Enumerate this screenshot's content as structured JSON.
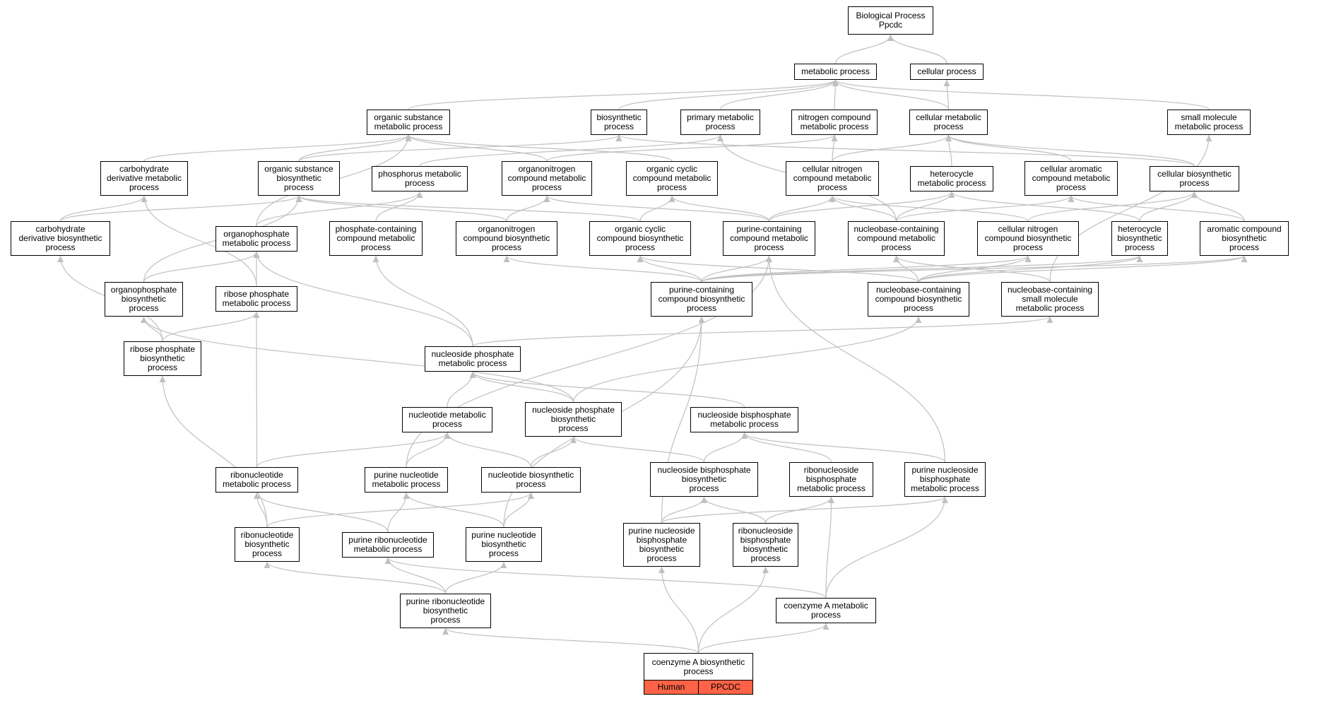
{
  "colors": {
    "edge": "#c0c0c0",
    "node_border": "#000000",
    "tag_fill": "#ff6347"
  },
  "nodes": {
    "bp": "Biological Process\nPpcdc",
    "metabolic": "metabolic process",
    "cellular": "cellular process",
    "org_sub_met": "organic substance\nmetabolic process",
    "biosynthetic": "biosynthetic\nprocess",
    "primary_met": "primary metabolic\nprocess",
    "nitrogen_comp_met": "nitrogen compound\nmetabolic process",
    "cellular_met": "cellular metabolic\nprocess",
    "small_mol_met": "small molecule\nmetabolic process",
    "carb_deriv_met": "carbohydrate\nderivative metabolic\nprocess",
    "org_sub_bio": "organic substance\nbiosynthetic\nprocess",
    "phosphorus_met": "phosphorus metabolic\nprocess",
    "organonitrogen_met": "organonitrogen\ncompound metabolic\nprocess",
    "org_cyclic_met": "organic cyclic\ncompound metabolic\nprocess",
    "cell_nitrogen_met": "cellular nitrogen\ncompound metabolic\nprocess",
    "heterocycle_met": "heterocycle\nmetabolic process",
    "cell_aromatic_met": "cellular aromatic\ncompound metabolic\nprocess",
    "cell_bio": "cellular biosynthetic\nprocess",
    "carb_deriv_bio": "carbohydrate\nderivative biosynthetic\nprocess",
    "organophosphate_met": "organophosphate\nmetabolic process",
    "phosphate_cont_met": "phosphate-containing\ncompound metabolic\nprocess",
    "organonitrogen_bio": "organonitrogen\ncompound biosynthetic\nprocess",
    "org_cyclic_bio": "organic cyclic\ncompound biosynthetic\nprocess",
    "purine_cont_met": "purine-containing\ncompound metabolic\nprocess",
    "nucleobase_cont_met": "nucleobase-containing\ncompound metabolic\nprocess",
    "cell_nitrogen_bio": "cellular nitrogen\ncompound biosynthetic\nprocess",
    "heterocycle_bio": "heterocycle\nbiosynthetic\nprocess",
    "aromatic_bio": "aromatic compound\nbiosynthetic\nprocess",
    "organophosphate_bio": "organophosphate\nbiosynthetic\nprocess",
    "ribose_p_met": "ribose phosphate\nmetabolic process",
    "purine_cont_bio": "purine-containing\ncompound biosynthetic\nprocess",
    "nucleobase_cont_bio": "nucleobase-containing\ncompound biosynthetic\nprocess",
    "nucleobase_small_mol": "nucleobase-containing\nsmall molecule\nmetabolic process",
    "ribose_p_bio": "ribose phosphate\nbiosynthetic\nprocess",
    "nucleoside_p_met": "nucleoside phosphate\nmetabolic process",
    "nucleotide_met": "nucleotide metabolic\nprocess",
    "nucleoside_p_bio": "nucleoside phosphate\nbiosynthetic\nprocess",
    "nucleoside_bisp_met": "nucleoside bisphosphate\nmetabolic process",
    "ribonucleotide_met": "ribonucleotide\nmetabolic process",
    "purine_nucleotide_met": "purine nucleotide\nmetabolic process",
    "nucleotide_bio": "nucleotide biosynthetic\nprocess",
    "nucleoside_bisp_bio": "nucleoside bisphosphate\nbiosynthetic\nprocess",
    "ribonucleoside_bisp_met": "ribonucleoside\nbisphosphate\nmetabolic process",
    "purine_nucleoside_bisp_met": "purine nucleoside\nbisphosphate\nmetabolic process",
    "ribonucleotide_bio": "ribonucleotide\nbiosynthetic\nprocess",
    "purine_ribonucleotide_met": "purine ribonucleotide\nmetabolic process",
    "purine_nucleotide_bio": "purine nucleotide\nbiosynthetic\nprocess",
    "purine_nucleoside_bisp_bio": "purine nucleoside\nbisphosphate\nbiosynthetic\nprocess",
    "ribonucleoside_bisp_bio": "ribonucleoside\nbisphosphate\nbiosynthetic\nprocess",
    "purine_ribonucleotide_bio": "purine ribonucleotide\nbiosynthetic\nprocess",
    "coa_met": "coenzyme A metabolic\nprocess",
    "coa_bio": "coenzyme A biosynthetic\nprocess"
  },
  "query_term": {
    "tags": [
      "Human",
      "PPCDC"
    ]
  },
  "edges": [
    [
      "metabolic",
      "bp"
    ],
    [
      "cellular",
      "bp"
    ],
    [
      "org_sub_met",
      "metabolic"
    ],
    [
      "biosynthetic",
      "metabolic"
    ],
    [
      "primary_met",
      "metabolic"
    ],
    [
      "nitrogen_comp_met",
      "metabolic"
    ],
    [
      "cellular_met",
      "metabolic"
    ],
    [
      "cellular_met",
      "cellular"
    ],
    [
      "small_mol_met",
      "metabolic"
    ],
    [
      "carb_deriv_met",
      "org_sub_met"
    ],
    [
      "org_sub_bio",
      "org_sub_met"
    ],
    [
      "org_sub_bio",
      "biosynthetic"
    ],
    [
      "phosphorus_met",
      "primary_met"
    ],
    [
      "organonitrogen_met",
      "org_sub_met"
    ],
    [
      "organonitrogen_met",
      "nitrogen_comp_met"
    ],
    [
      "org_cyclic_met",
      "org_sub_met"
    ],
    [
      "cell_nitrogen_met",
      "cellular_met"
    ],
    [
      "cell_nitrogen_met",
      "nitrogen_comp_met"
    ],
    [
      "heterocycle_met",
      "cellular_met"
    ],
    [
      "cell_aromatic_met",
      "cellular_met"
    ],
    [
      "cell_bio",
      "cellular_met"
    ],
    [
      "cell_bio",
      "biosynthetic"
    ],
    [
      "carb_deriv_bio",
      "carb_deriv_met"
    ],
    [
      "carb_deriv_bio",
      "org_sub_bio"
    ],
    [
      "organophosphate_met",
      "org_sub_met"
    ],
    [
      "organophosphate_met",
      "phosphorus_met"
    ],
    [
      "phosphate_cont_met",
      "phosphorus_met"
    ],
    [
      "organonitrogen_bio",
      "organonitrogen_met"
    ],
    [
      "organonitrogen_bio",
      "org_sub_bio"
    ],
    [
      "org_cyclic_bio",
      "org_cyclic_met"
    ],
    [
      "org_cyclic_bio",
      "org_sub_bio"
    ],
    [
      "purine_cont_met",
      "org_cyclic_met"
    ],
    [
      "purine_cont_met",
      "heterocycle_met"
    ],
    [
      "purine_cont_met",
      "organonitrogen_met"
    ],
    [
      "purine_cont_met",
      "cell_nitrogen_met"
    ],
    [
      "nucleobase_cont_met",
      "cell_nitrogen_met"
    ],
    [
      "nucleobase_cont_met",
      "heterocycle_met"
    ],
    [
      "nucleobase_cont_met",
      "cell_aromatic_met"
    ],
    [
      "nucleobase_cont_met",
      "primary_met"
    ],
    [
      "cell_nitrogen_bio",
      "cell_nitrogen_met"
    ],
    [
      "cell_nitrogen_bio",
      "cell_bio"
    ],
    [
      "heterocycle_bio",
      "heterocycle_met"
    ],
    [
      "heterocycle_bio",
      "cell_bio"
    ],
    [
      "aromatic_bio",
      "cell_aromatic_met"
    ],
    [
      "aromatic_bio",
      "cell_bio"
    ],
    [
      "organophosphate_bio",
      "organophosphate_met"
    ],
    [
      "organophosphate_bio",
      "org_sub_bio"
    ],
    [
      "ribose_p_met",
      "organophosphate_met"
    ],
    [
      "ribose_p_met",
      "carb_deriv_met"
    ],
    [
      "purine_cont_bio",
      "purine_cont_met"
    ],
    [
      "purine_cont_bio",
      "org_cyclic_bio"
    ],
    [
      "purine_cont_bio",
      "organonitrogen_bio"
    ],
    [
      "purine_cont_bio",
      "cell_nitrogen_bio"
    ],
    [
      "purine_cont_bio",
      "heterocycle_bio"
    ],
    [
      "purine_cont_bio",
      "aromatic_bio"
    ],
    [
      "nucleobase_cont_bio",
      "nucleobase_cont_met"
    ],
    [
      "nucleobase_cont_bio",
      "cell_nitrogen_bio"
    ],
    [
      "nucleobase_cont_bio",
      "org_cyclic_bio"
    ],
    [
      "nucleobase_cont_bio",
      "heterocycle_bio"
    ],
    [
      "nucleobase_cont_bio",
      "aromatic_bio"
    ],
    [
      "nucleobase_small_mol",
      "nucleobase_cont_met"
    ],
    [
      "nucleobase_small_mol",
      "small_mol_met"
    ],
    [
      "ribose_p_bio",
      "ribose_p_met"
    ],
    [
      "ribose_p_bio",
      "organophosphate_bio"
    ],
    [
      "ribose_p_bio",
      "carb_deriv_bio"
    ],
    [
      "nucleoside_p_met",
      "organophosphate_met"
    ],
    [
      "nucleoside_p_met",
      "phosphate_cont_met"
    ],
    [
      "nucleoside_p_met",
      "nucleobase_small_mol"
    ],
    [
      "nucleotide_met",
      "nucleoside_p_met"
    ],
    [
      "nucleoside_p_bio",
      "nucleoside_p_met"
    ],
    [
      "nucleoside_p_bio",
      "nucleobase_cont_bio"
    ],
    [
      "nucleoside_p_bio",
      "organophosphate_bio"
    ],
    [
      "nucleoside_bisp_met",
      "nucleoside_p_met"
    ],
    [
      "ribonucleotide_met",
      "nucleotide_met"
    ],
    [
      "ribonucleotide_met",
      "ribose_p_met"
    ],
    [
      "purine_nucleotide_met",
      "nucleotide_met"
    ],
    [
      "purine_nucleotide_met",
      "purine_cont_met"
    ],
    [
      "nucleotide_bio",
      "nucleotide_met"
    ],
    [
      "nucleotide_bio",
      "nucleoside_p_bio"
    ],
    [
      "nucleoside_bisp_bio",
      "nucleoside_bisp_met"
    ],
    [
      "nucleoside_bisp_bio",
      "nucleoside_p_bio"
    ],
    [
      "ribonucleoside_bisp_met",
      "nucleoside_bisp_met"
    ],
    [
      "purine_nucleoside_bisp_met",
      "nucleoside_bisp_met"
    ],
    [
      "purine_nucleoside_bisp_met",
      "purine_cont_met"
    ],
    [
      "ribonucleotide_bio",
      "ribonucleotide_met"
    ],
    [
      "ribonucleotide_bio",
      "nucleotide_bio"
    ],
    [
      "ribonucleotide_bio",
      "ribose_p_bio"
    ],
    [
      "purine_ribonucleotide_met",
      "purine_nucleotide_met"
    ],
    [
      "purine_ribonucleotide_met",
      "ribonucleotide_met"
    ],
    [
      "purine_nucleotide_bio",
      "purine_nucleotide_met"
    ],
    [
      "purine_nucleotide_bio",
      "nucleotide_bio"
    ],
    [
      "purine_nucleotide_bio",
      "purine_cont_bio"
    ],
    [
      "purine_nucleoside_bisp_bio",
      "nucleoside_bisp_bio"
    ],
    [
      "purine_nucleoside_bisp_bio",
      "purine_nucleoside_bisp_met"
    ],
    [
      "purine_nucleoside_bisp_bio",
      "purine_cont_bio"
    ],
    [
      "ribonucleoside_bisp_bio",
      "ribonucleoside_bisp_met"
    ],
    [
      "ribonucleoside_bisp_bio",
      "nucleoside_bisp_bio"
    ],
    [
      "purine_ribonucleotide_bio",
      "purine_ribonucleotide_met"
    ],
    [
      "purine_ribonucleotide_bio",
      "purine_nucleotide_bio"
    ],
    [
      "purine_ribonucleotide_bio",
      "ribonucleotide_bio"
    ],
    [
      "coa_met",
      "ribonucleoside_bisp_met"
    ],
    [
      "coa_met",
      "purine_nucleoside_bisp_met"
    ],
    [
      "coa_met",
      "purine_ribonucleotide_met"
    ],
    [
      "coa_bio",
      "coa_met"
    ],
    [
      "coa_bio",
      "purine_ribonucleotide_bio"
    ],
    [
      "coa_bio",
      "purine_nucleoside_bisp_bio"
    ],
    [
      "coa_bio",
      "ribonucleoside_bisp_bio"
    ]
  ]
}
